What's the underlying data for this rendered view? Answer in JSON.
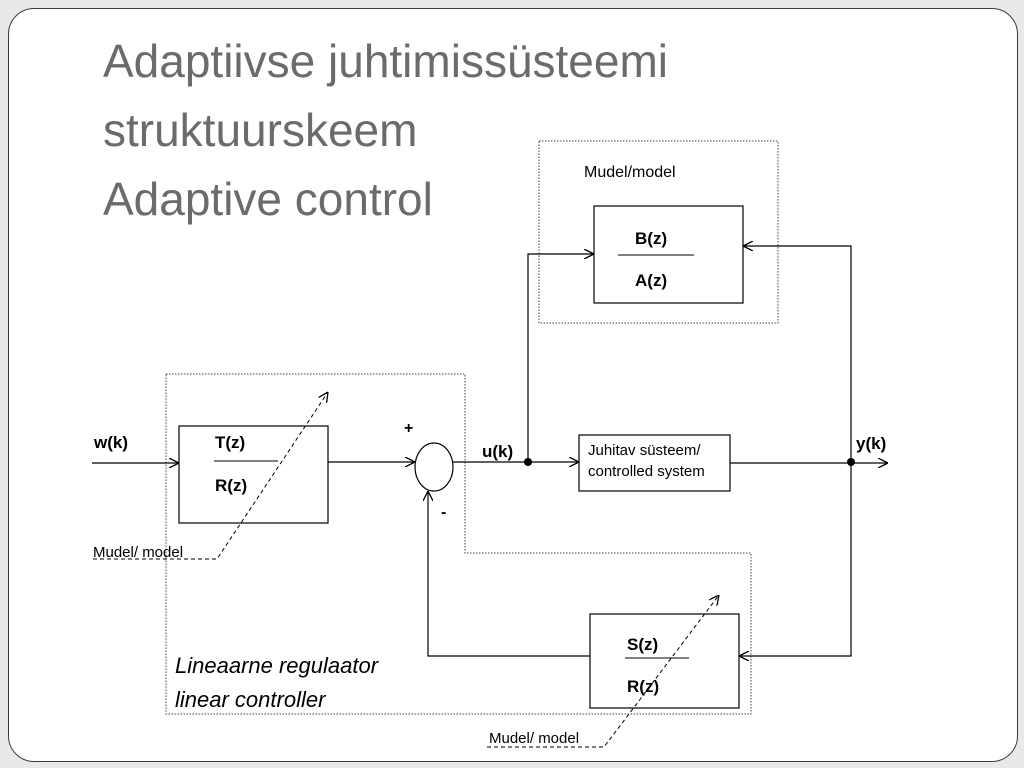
{
  "slide": {
    "title_lines": [
      "Adaptiivse juhtimissüsteemi",
      "struktuurskeem",
      "Adaptive control"
    ]
  },
  "diagram": {
    "input_label": "w(k)",
    "output_label": "y(k)",
    "control_label": "u(k)",
    "plus_sign": "+",
    "minus_sign": "-",
    "model_block": {
      "group_label": "Mudel/model",
      "numerator": "B(z)",
      "denominator": "A(z)"
    },
    "controller_feedforward": {
      "numerator": "T(z)",
      "denominator": "R(z)",
      "model_label": "Mudel/ model"
    },
    "plant": {
      "line1": "Juhitav süsteem/",
      "line2": "controlled system"
    },
    "controller_feedback": {
      "numerator": "S(z)",
      "denominator": "R(z)",
      "model_label": "Mudel/ model"
    },
    "controller_region": {
      "label_line1": "Lineaarne regulaator",
      "label_line2": "linear controller"
    }
  }
}
